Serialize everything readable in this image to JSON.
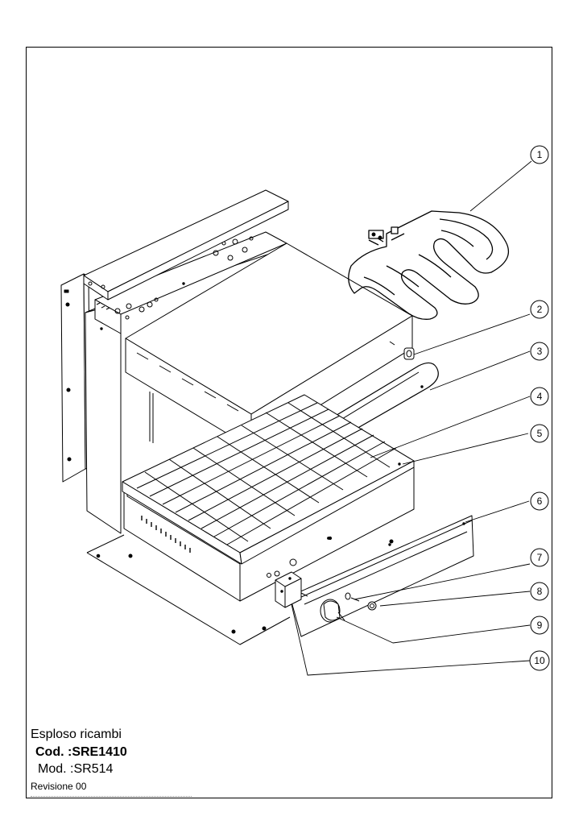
{
  "drawing": {
    "callouts": [
      {
        "number": "1"
      },
      {
        "number": "2"
      },
      {
        "number": "3"
      },
      {
        "number": "4"
      },
      {
        "number": "5"
      },
      {
        "number": "6"
      },
      {
        "number": "7"
      },
      {
        "number": "8"
      },
      {
        "number": "9"
      },
      {
        "number": "10"
      }
    ]
  },
  "title_block": {
    "description": "Esploso ricambi",
    "code": "Cod. :SRE1410",
    "model": "Mod. :SR514",
    "revision": "Revisione 00"
  },
  "colors": {
    "line": "#000000",
    "background": "#ffffff"
  }
}
